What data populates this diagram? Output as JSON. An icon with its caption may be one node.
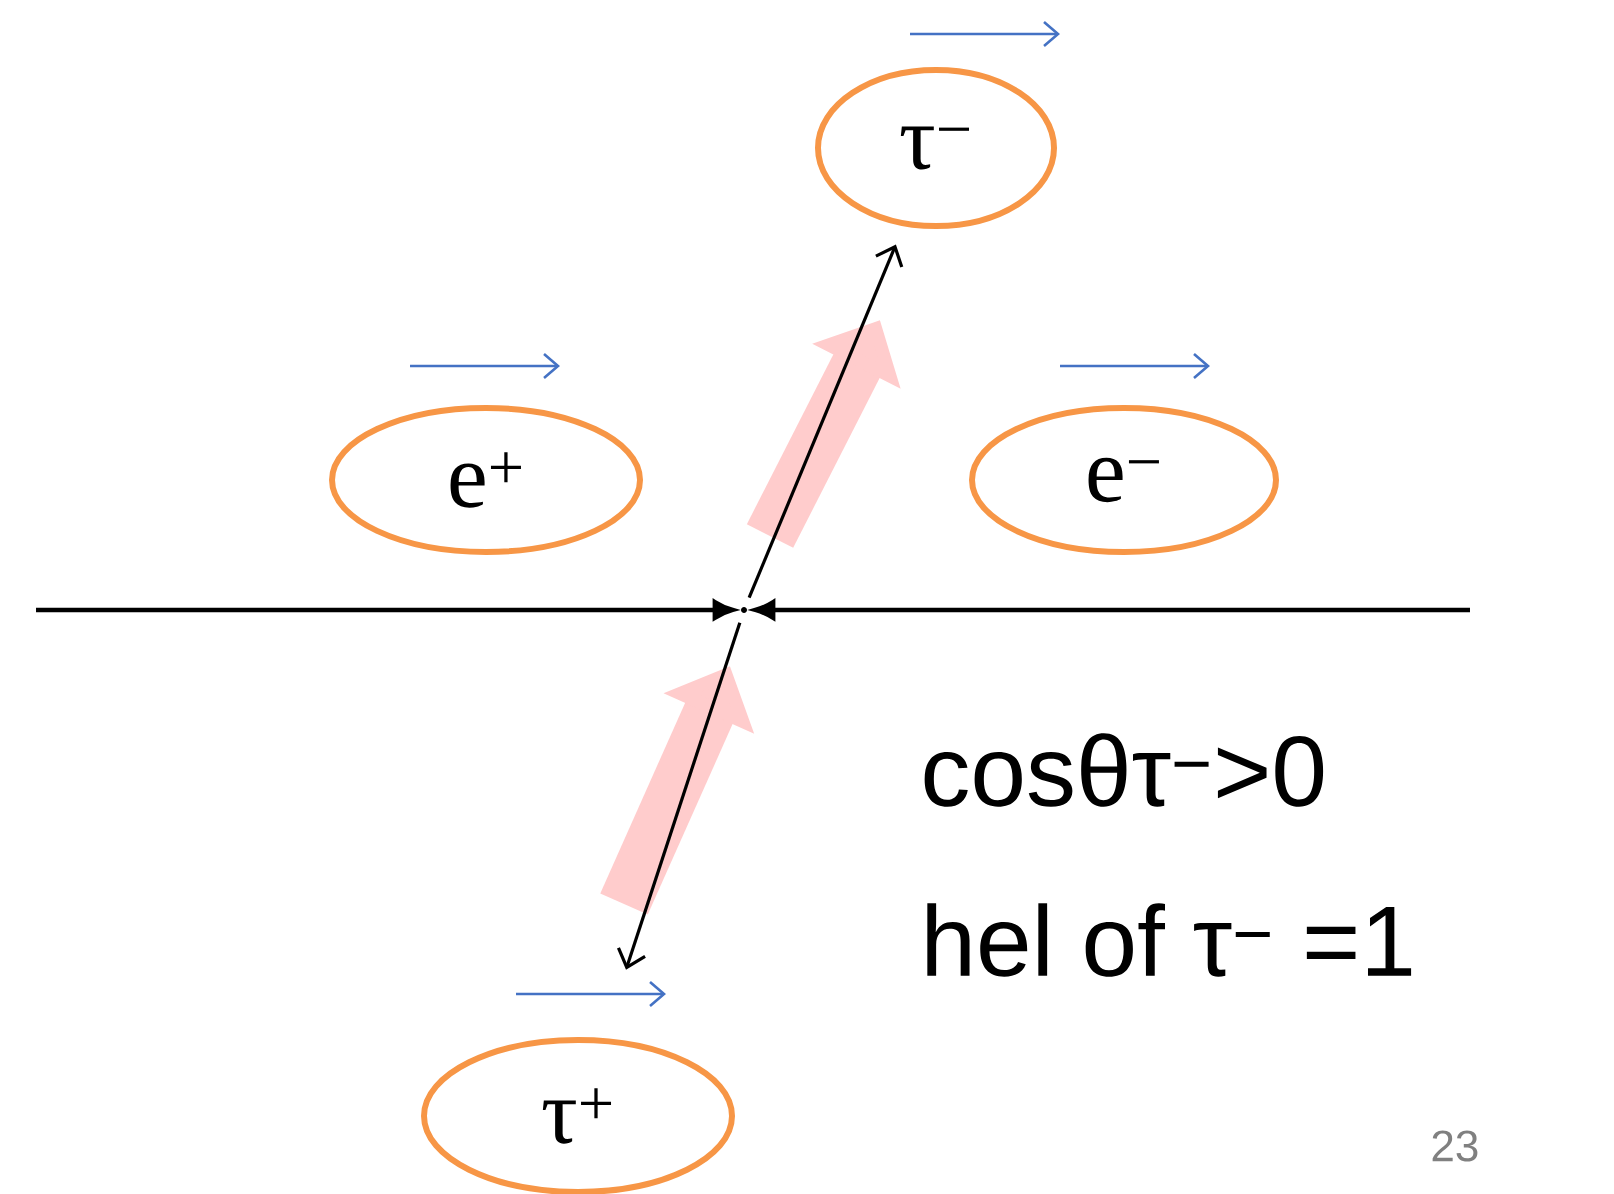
{
  "diagram": {
    "nodes": [
      {
        "text": [
          "τ$^{−}$"
        ]
      },
      {
        "text": [
          "e$^{+}$"
        ]
      },
      {
        "text": [
          "e$^{−}$"
        ]
      },
      {
        "text": [
          "τ$^{+}$"
        ]
      },
      {
        "text": [],
        "shape": "point"
      }
    ],
    "edges": [
      {
        "from": null,
        "to": 4,
        "arrow": "to"
      },
      {
        "from": null,
        "to": 4,
        "arrow": "to"
      },
      {
        "from": 4,
        "to": 0,
        "arrow": "to"
      },
      {
        "from": 4,
        "to": 3,
        "arrow": "to"
      }
    ],
    "labels": [
      "cosθτ$^{−}$>0",
      "hel of τ$^{−}$ =1",
      "23"
    ]
  }
}
